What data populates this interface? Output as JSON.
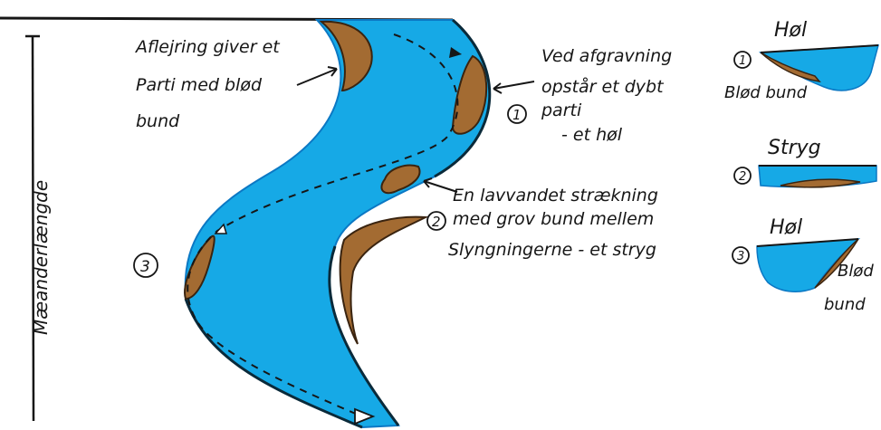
{
  "axis": {
    "label": "Mæanderlængde"
  },
  "labels": {
    "deposition": [
      "Aflejring giver et",
      "Parti med blød",
      "bund"
    ],
    "erosion": [
      "Ved afgravning",
      "opstår et dybt",
      "parti",
      "- et høl"
    ],
    "riffle": [
      "En lavvandet strækning",
      "med grov bund mellem",
      "Slyngningerne - et stryg"
    ]
  },
  "markers": [
    "1",
    "2",
    "3"
  ],
  "sections": [
    {
      "number": "1",
      "title": "Høl",
      "note": [
        "Blød bund"
      ]
    },
    {
      "number": "2",
      "title": "Stryg",
      "note": []
    },
    {
      "number": "3",
      "title": "Høl",
      "note": [
        "Blød",
        "bund"
      ]
    }
  ],
  "colors": {
    "water": "#16a9e6",
    "water_edge": "#0b78c4",
    "sediment": "#a36b32",
    "ink": "#161616"
  }
}
